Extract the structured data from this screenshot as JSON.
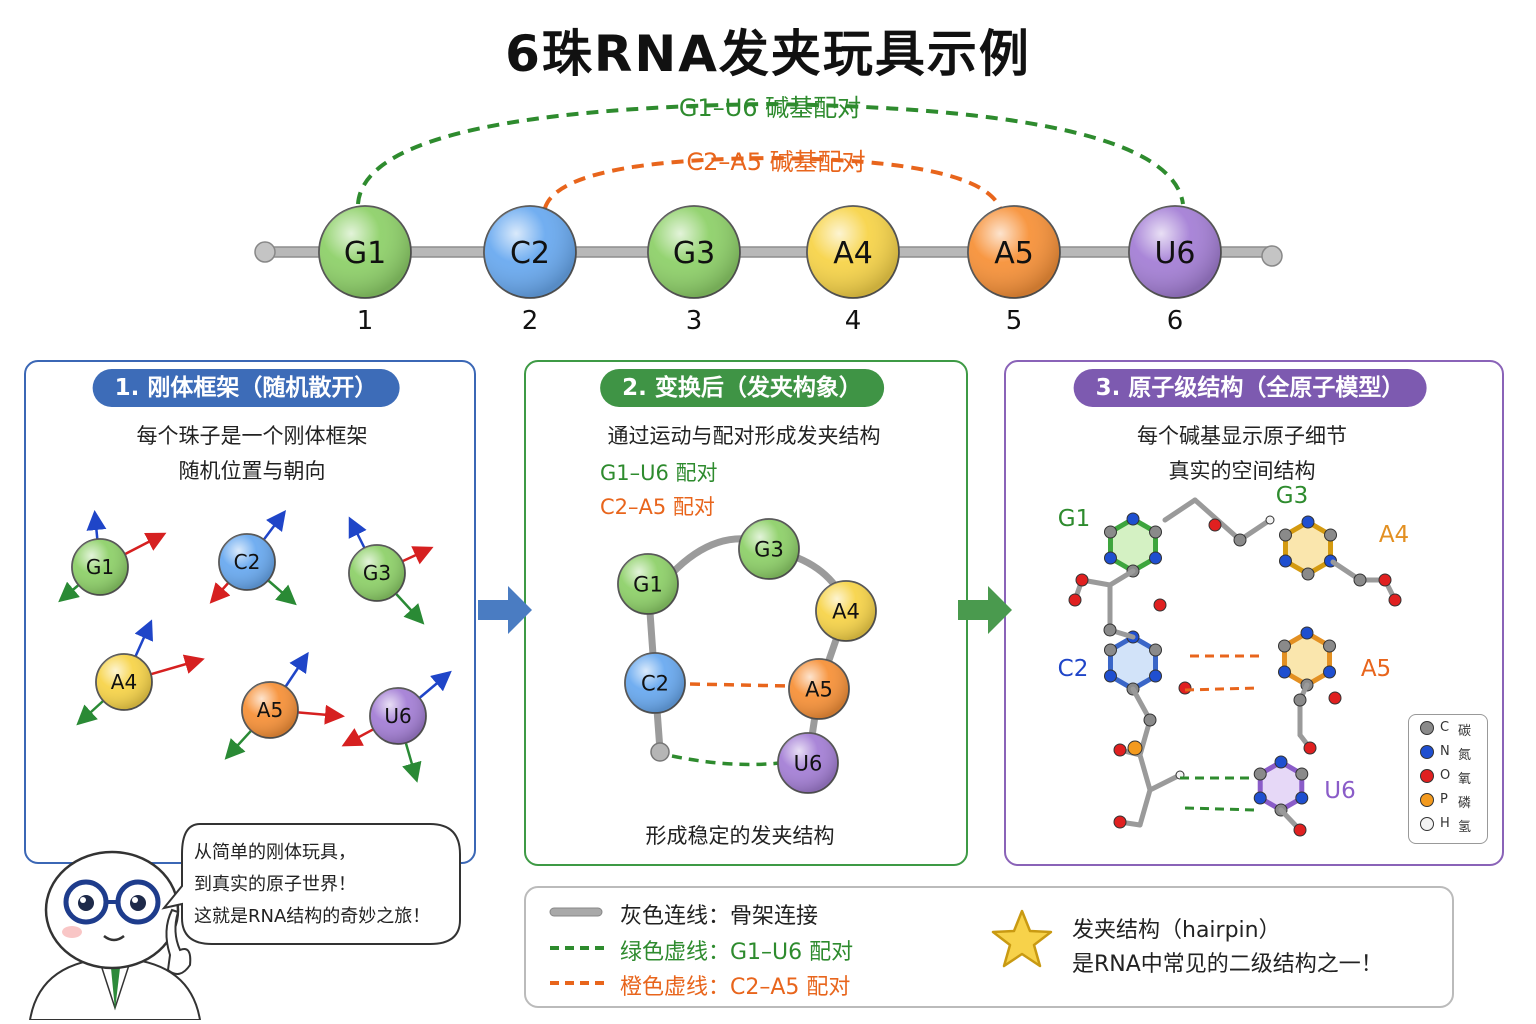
{
  "title": "6珠RNA发夹玩具示例",
  "chain": {
    "beads": [
      {
        "label": "G1",
        "number": "1",
        "color": "#8fd16a"
      },
      {
        "label": "C2",
        "number": "2",
        "color": "#6aaaf0"
      },
      {
        "label": "G3",
        "number": "3",
        "color": "#8fd16a"
      },
      {
        "label": "A4",
        "number": "4",
        "color": "#f7d44a"
      },
      {
        "label": "A5",
        "number": "5",
        "color": "#f7923a"
      },
      {
        "label": "U6",
        "number": "6",
        "color": "#a580d6"
      }
    ],
    "pair_green_label": "G1–U6 碱基配对",
    "pair_orange_label": "C2–A5 碱基配对"
  },
  "panel1": {
    "heading": "1. 刚体框架（随机散开）",
    "line1": "每个珠子是一个刚体框架",
    "line2": "随机位置与朝向",
    "beads": [
      "G1",
      "C2",
      "G3",
      "A4",
      "A5",
      "U6"
    ]
  },
  "panel2": {
    "heading": "2. 变换后（发夹构象）",
    "line1": "通过运动与配对形成发夹结构",
    "pair_green": "G1–U6 配对",
    "pair_orange": "C2–A5 配对",
    "beads": [
      "G1",
      "G3",
      "A4",
      "C2",
      "A5",
      "U6"
    ],
    "caption": "形成稳定的发夹结构"
  },
  "panel3": {
    "heading": "3. 原子级结构（全原子模型）",
    "line1": "每个碱基显示原子细节",
    "line2": "真实的空间结构",
    "labels": [
      "G1",
      "G3",
      "A4",
      "C2",
      "A5",
      "U6"
    ],
    "elements": [
      {
        "symbol": "C",
        "name": "碳",
        "color": "#8a8a8a"
      },
      {
        "symbol": "N",
        "name": "氮",
        "color": "#1f4fd0"
      },
      {
        "symbol": "O",
        "name": "氧",
        "color": "#e02020"
      },
      {
        "symbol": "P",
        "name": "磷",
        "color": "#f39a1e"
      },
      {
        "symbol": "H",
        "name": "氢",
        "color": "#f2f2f2"
      }
    ]
  },
  "mascot": {
    "line1": "从简单的刚体玩具，",
    "line2": "到真实的原子世界！",
    "line3": "这就是RNA结构的奇妙之旅！"
  },
  "legend": {
    "gray": "灰色连线：骨架连接",
    "green": "绿色虚线：G1–U6 配对",
    "orange": "橙色虚线：C2–A5 配对",
    "note1": "发夹结构（hairpin）",
    "note2": "是RNA中常见的二级结构之一！"
  }
}
